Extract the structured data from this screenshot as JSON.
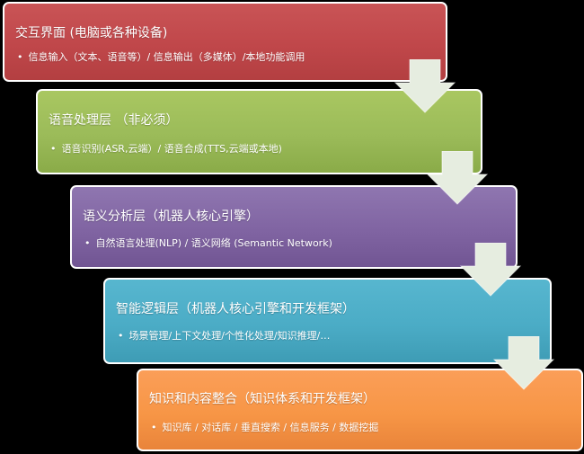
{
  "layers": [
    {
      "title": "交互界面 (电脑或各种设备)",
      "items": "信息输入（文本、语音等）/ 信息输出（多媒体）/本地功能调用",
      "color": "#c0504d"
    },
    {
      "title": "语音处理层 （非必须）",
      "items": "语音识别(ASR,云端）/ 语音合成(TTS,云端或本地)",
      "color": "#9bbb59"
    },
    {
      "title": "语义分析层（机器人核心引擎）",
      "items": "自然语言处理(NLP) / 语义网络 (Semantic Network)",
      "color": "#8064a2"
    },
    {
      "title": "智能逻辑层（机器人核心引擎和开发框架）",
      "items": "场景管理/上下文处理/个性化处理/知识推理/…",
      "color": "#4bacc6"
    },
    {
      "title": "知识和内容整合（知识体系和开发框架）",
      "items": "知识库 / 对话库 / 垂直搜索 / 信息服务 / 数据挖掘",
      "color": "#f79646"
    }
  ],
  "arrow_color": "#e6ede0",
  "bullet": "•"
}
